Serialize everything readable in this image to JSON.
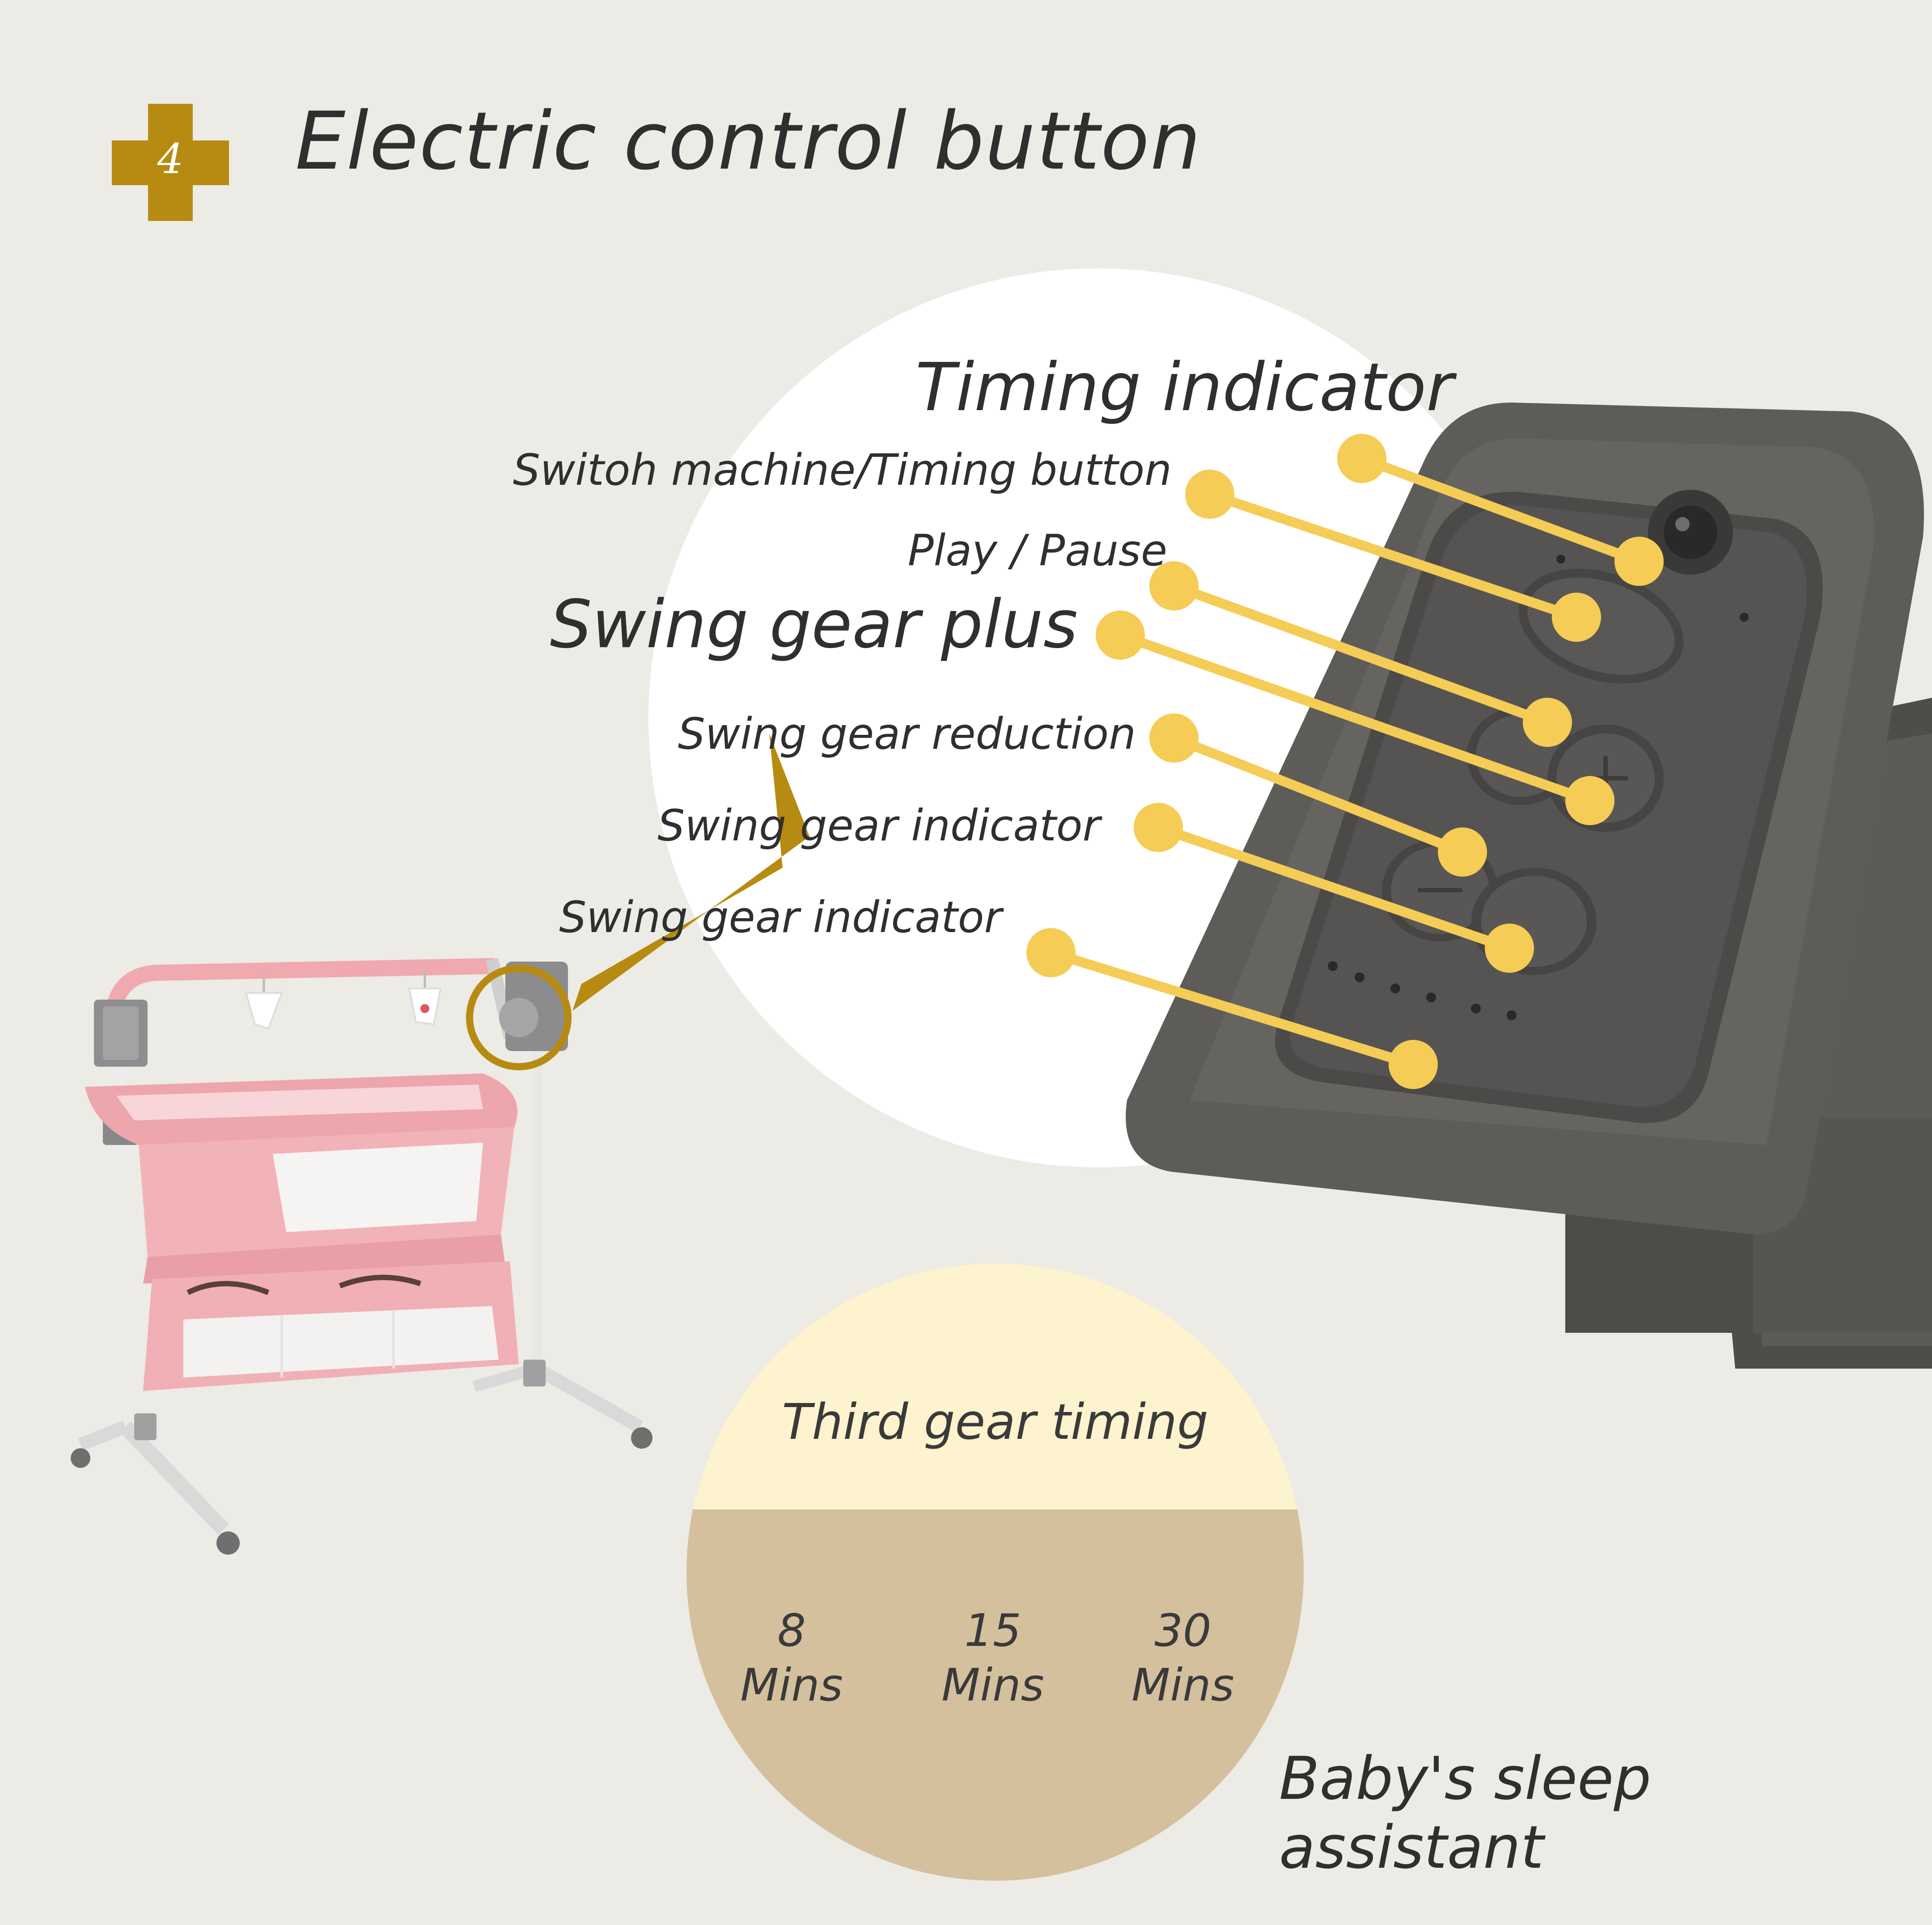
{
  "header": {
    "badge_number": "4",
    "title": "Electric control button"
  },
  "colors": {
    "background": "#edebe6",
    "accent_gold": "#b78b11",
    "callout_yellow": "#f5cc55",
    "device_gray": "#5e5c59",
    "crib_pink": "#f1b3b7",
    "timing_light": "#fdf3ce",
    "timing_tan": "#d4c09d"
  },
  "callouts": [
    {
      "label": "Timing indicator"
    },
    {
      "label": "Switoh machine/Timing button"
    },
    {
      "label": "Play / Pause"
    },
    {
      "label": "Swing gear plus"
    },
    {
      "label": "Swing gear reduction"
    },
    {
      "label": "Swing gear indicator"
    },
    {
      "label": "Swing gear indicator"
    }
  ],
  "timing": {
    "title": "Third gear timing",
    "options": [
      {
        "value": "8",
        "unit": "Mins"
      },
      {
        "value": "15",
        "unit": "Mins"
      },
      {
        "value": "30",
        "unit": "Mins"
      }
    ]
  },
  "slogan": "Baby's sleep assistant"
}
